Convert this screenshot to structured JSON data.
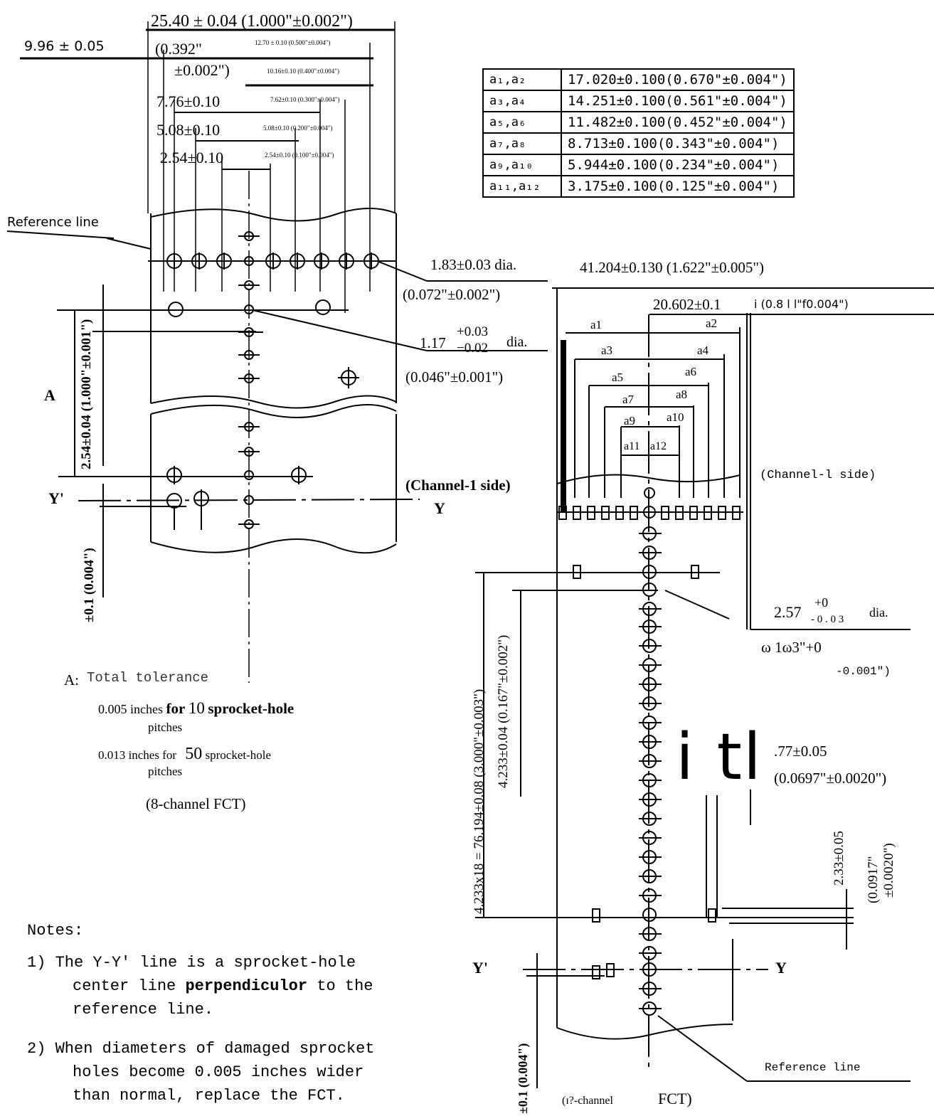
{
  "left_dims": {
    "overall": "25.40 ± 0.04  (1.000\"±0.002\")",
    "d996": "9.96 ± 0.05",
    "d0392": "(0.392\"",
    "d0002": "±0.002\")",
    "small1270": "12.70 ± 0.10 (0.500\"±0.004\")",
    "small1016": "10.16±0.10 (0.400\"±0.004\")",
    "d776": "7.76±0.10",
    "small762": "7.62±0.10 (0.300\"±0.004\")",
    "d508": "5.08±0.10",
    "small508": "5.08±0.10 (0.200\"±0.004\")",
    "d254": "2.54±0.10",
    "small254": "2.54±0.10 (0.100\"±0.004\")",
    "reference_line": "Reference line",
    "vert_pitch": "2.54±0.04 (1.000\"±0.001\")",
    "letter_A": "A",
    "y_prime": "Y'",
    "y": "Y",
    "vert_tol": "±0.1 (0.004\")",
    "hole183": "1.83±0.03 dia.",
    "hole183_in": "(0.072\"±0.002\")",
    "hole117_base": "1.17",
    "hole117_up": "+0.03",
    "hole117_dn": "−0.02",
    "hole117_dia": "dia.",
    "hole117_in": "(0.046\"±0.001\")",
    "channel1_left": "(Channel-1 side)"
  },
  "left_caption": {
    "a_label": "A:",
    "total_tol": "Total tolerance",
    "line1_val": "0.005",
    "line1_mid": "inches",
    "line1_for": "for",
    "line1_num": "10",
    "line1_tail": "sprocket-hole",
    "line1_sub": "pitches",
    "line2": "0.013  inches  for",
    "line2_num": "50",
    "line2_tail": "sprocket-hole",
    "line2_sub": "pitches",
    "fct8": "(8-channel FCT)"
  },
  "table": {
    "rows": [
      {
        "key": "a₁,a₂",
        "val": "17.020±0.100(0.670\"±0.004\")"
      },
      {
        "key": "a₃,a₄",
        "val": "14.251±0.100(0.561\"±0.004\")"
      },
      {
        "key": "a₅,a₆",
        "val": "11.482±0.100(0.452\"±0.004\")"
      },
      {
        "key": "a₇,a₈",
        "val": "8.713±0.100(0.343\"±0.004\")"
      },
      {
        "key": "a₉,a₁₀",
        "val": "5.944±0.100(0.234\"±0.004\")"
      },
      {
        "key": "a₁₁,a₁₂",
        "val": "3.175±0.100(0.125\"±0.004\")"
      }
    ]
  },
  "right_dims": {
    "overall": "41.204±0.130 (1.622\"±0.005\")",
    "half": "20.602±0.1",
    "half_tail": "i  (0.8  l  l\"f0.004\")",
    "a1": "a1",
    "a2": "a2",
    "a3": "a3",
    "a4": "a4",
    "a5": "a5",
    "a6": "a6",
    "a7": "a7",
    "a8": "a8",
    "a9": "a9",
    "a10": "a10",
    "a11": "a11",
    "a12": "a12",
    "channel1_right": "(Channel-l    side)",
    "hole257": "2.57",
    "hole257_up": "+0",
    "hole257_dn": "- 0 . 0 3",
    "hole257_dia": "dia.",
    "hole257_in": "ω 1ω3\"+0",
    "hole257_in2": "-0.001\")",
    "pitch18": "4.233x18 = 76.194±0.08 (3.000\"±0.003\")",
    "pitch1": "4.233±0.04 (0.167\"±0.002\")",
    "big_mark": "i tl",
    "d177": ".77±0.05",
    "d177_in": "(0.0697\"±0.0020\")",
    "d233": "2.33±0.05",
    "d233_in": "(0.0917\"",
    "d233_in2": "±0.0020\")",
    "y_prime": "Y'",
    "y": "Y",
    "vert_tol": "±0.1 (0.004\")",
    "reference_line": "Reference  line",
    "fct12": "(ɪ?-channel",
    "fct12_b": "FCT)"
  },
  "notes": {
    "heading": "Notes:",
    "n1_a": "1)  The  Y-Y'  line  is  a  sprocket-hole",
    "n1_b": "center line",
    "n1_bold": "perpendiculor",
    "n1_c": "to the",
    "n1_d": "reference   line.",
    "n2_a": "2)  When diameters of damaged sprocket",
    "n2_b": "holes become 0.005 inches wider",
    "n2_c": "than normal, replace the FCT."
  }
}
